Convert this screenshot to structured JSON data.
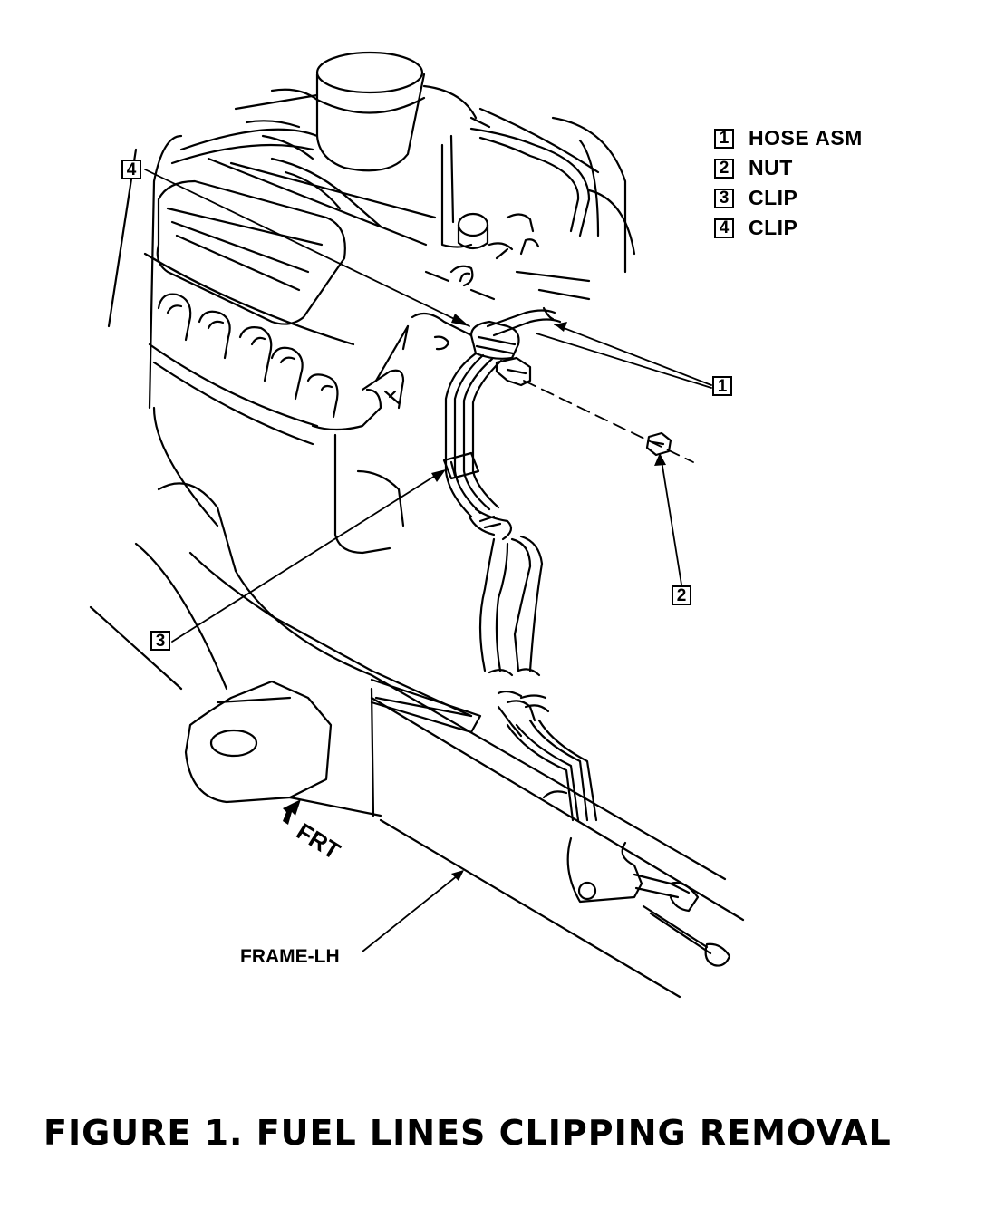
{
  "legend": [
    {
      "num": "1",
      "label": "HOSE ASM"
    },
    {
      "num": "2",
      "label": "NUT"
    },
    {
      "num": "3",
      "label": "CLIP"
    },
    {
      "num": "4",
      "label": "CLIP"
    }
  ],
  "callouts": {
    "c1": "1",
    "c2": "2",
    "c3": "3",
    "c4": "4"
  },
  "labels": {
    "frame": "FRAME-LH",
    "front": "FRT"
  },
  "caption": "FIGURE 1. FUEL LINES CLIPPING REMOVAL"
}
